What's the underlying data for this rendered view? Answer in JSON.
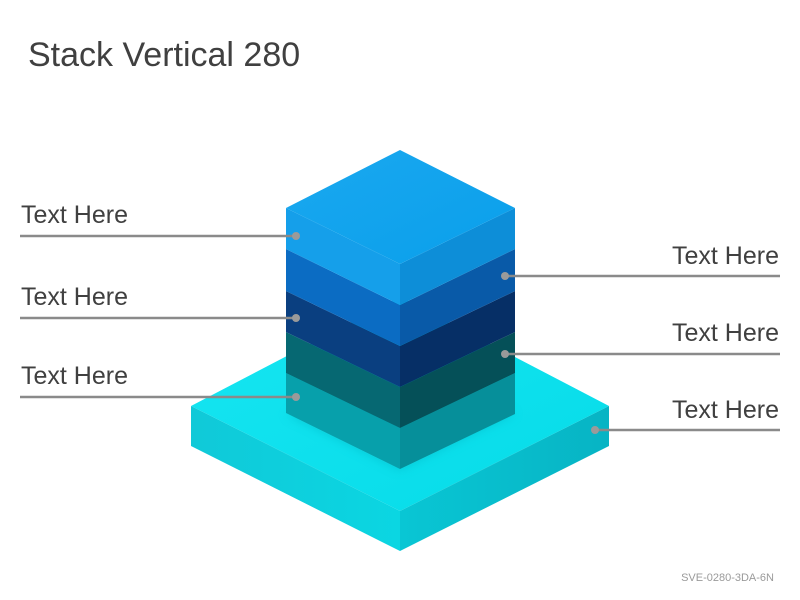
{
  "title": "Stack Vertical 280",
  "labels": {
    "left": [
      "Text Here",
      "Text Here",
      "Text Here"
    ],
    "right": [
      "Text Here",
      "Text Here",
      "Text Here"
    ]
  },
  "footer_code": "SVE-0280-3DA-6N",
  "colors": {
    "base": "#0adbe6",
    "layer_teal": "#06909c",
    "layer_dark_teal": "#055862",
    "layer_navy": "#083a78",
    "layer_blue": "#0a6ac0",
    "top_blue": "#12a4ee",
    "callout_line": "#8a8a8a"
  }
}
